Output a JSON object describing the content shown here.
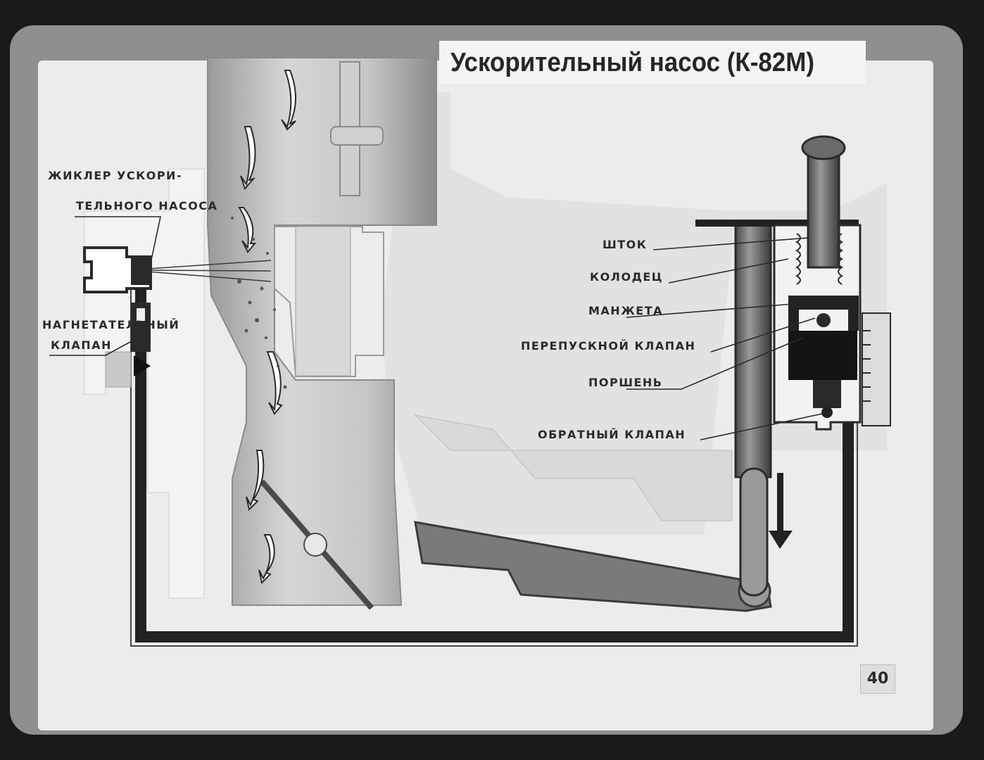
{
  "title": "Ускорительный насос (К-82М)",
  "labels": {
    "jet_line1": "ЖИКЛЕР УСКОРИ-",
    "jet_line2": "ТЕЛЬНОГО НАСОСА",
    "delivery_line1": "НАГНЕТАТЕЛЬНЫЙ",
    "delivery_line2": "КЛАПАН",
    "rod": "ШТОК",
    "well": "КОЛОДЕЦ",
    "cuff": "МАНЖЕТА",
    "bypass_valve": "ПЕРЕПУСКНОЙ КЛАПАН",
    "piston": "ПОРШЕНЬ",
    "check_valve": "ОБРАТНЫЙ КЛАПАН"
  },
  "page_number": "40"
}
